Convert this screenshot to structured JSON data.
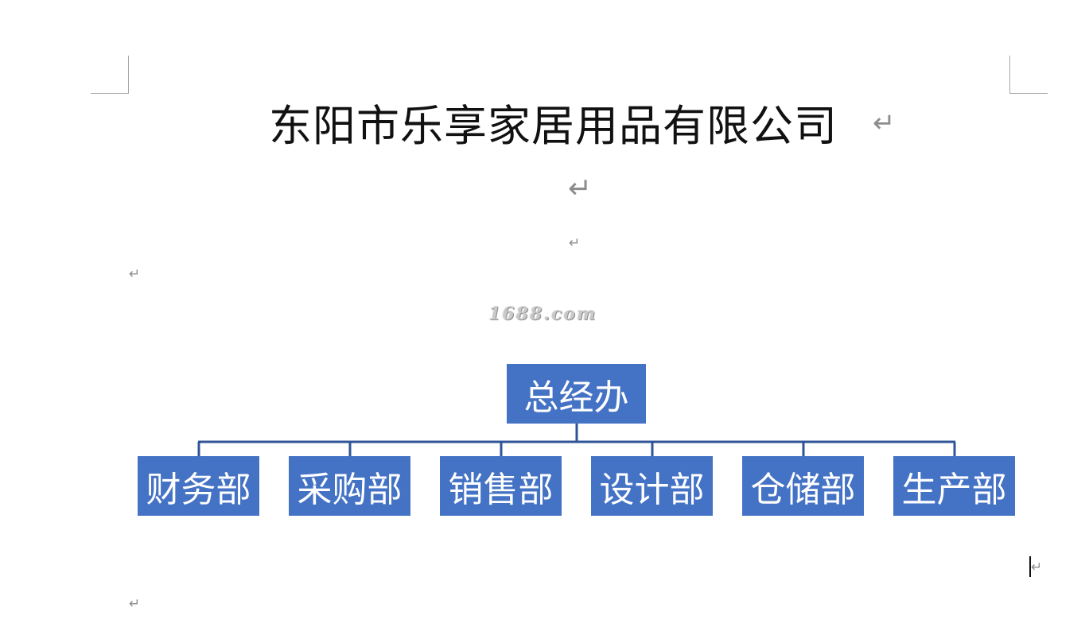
{
  "document": {
    "title": "东阳市乐享家居用品有限公司",
    "paragraph_mark": "↵",
    "watermark": "1688.com"
  },
  "org_chart": {
    "root": {
      "label": "总经办"
    },
    "children": [
      {
        "label": "财务部"
      },
      {
        "label": "采购部"
      },
      {
        "label": "销售部"
      },
      {
        "label": "设计部"
      },
      {
        "label": "仓储部"
      },
      {
        "label": "生产部"
      }
    ],
    "colors": {
      "box_fill": "#4472c4",
      "connector": "#2f5597",
      "text": "#ffffff"
    }
  }
}
